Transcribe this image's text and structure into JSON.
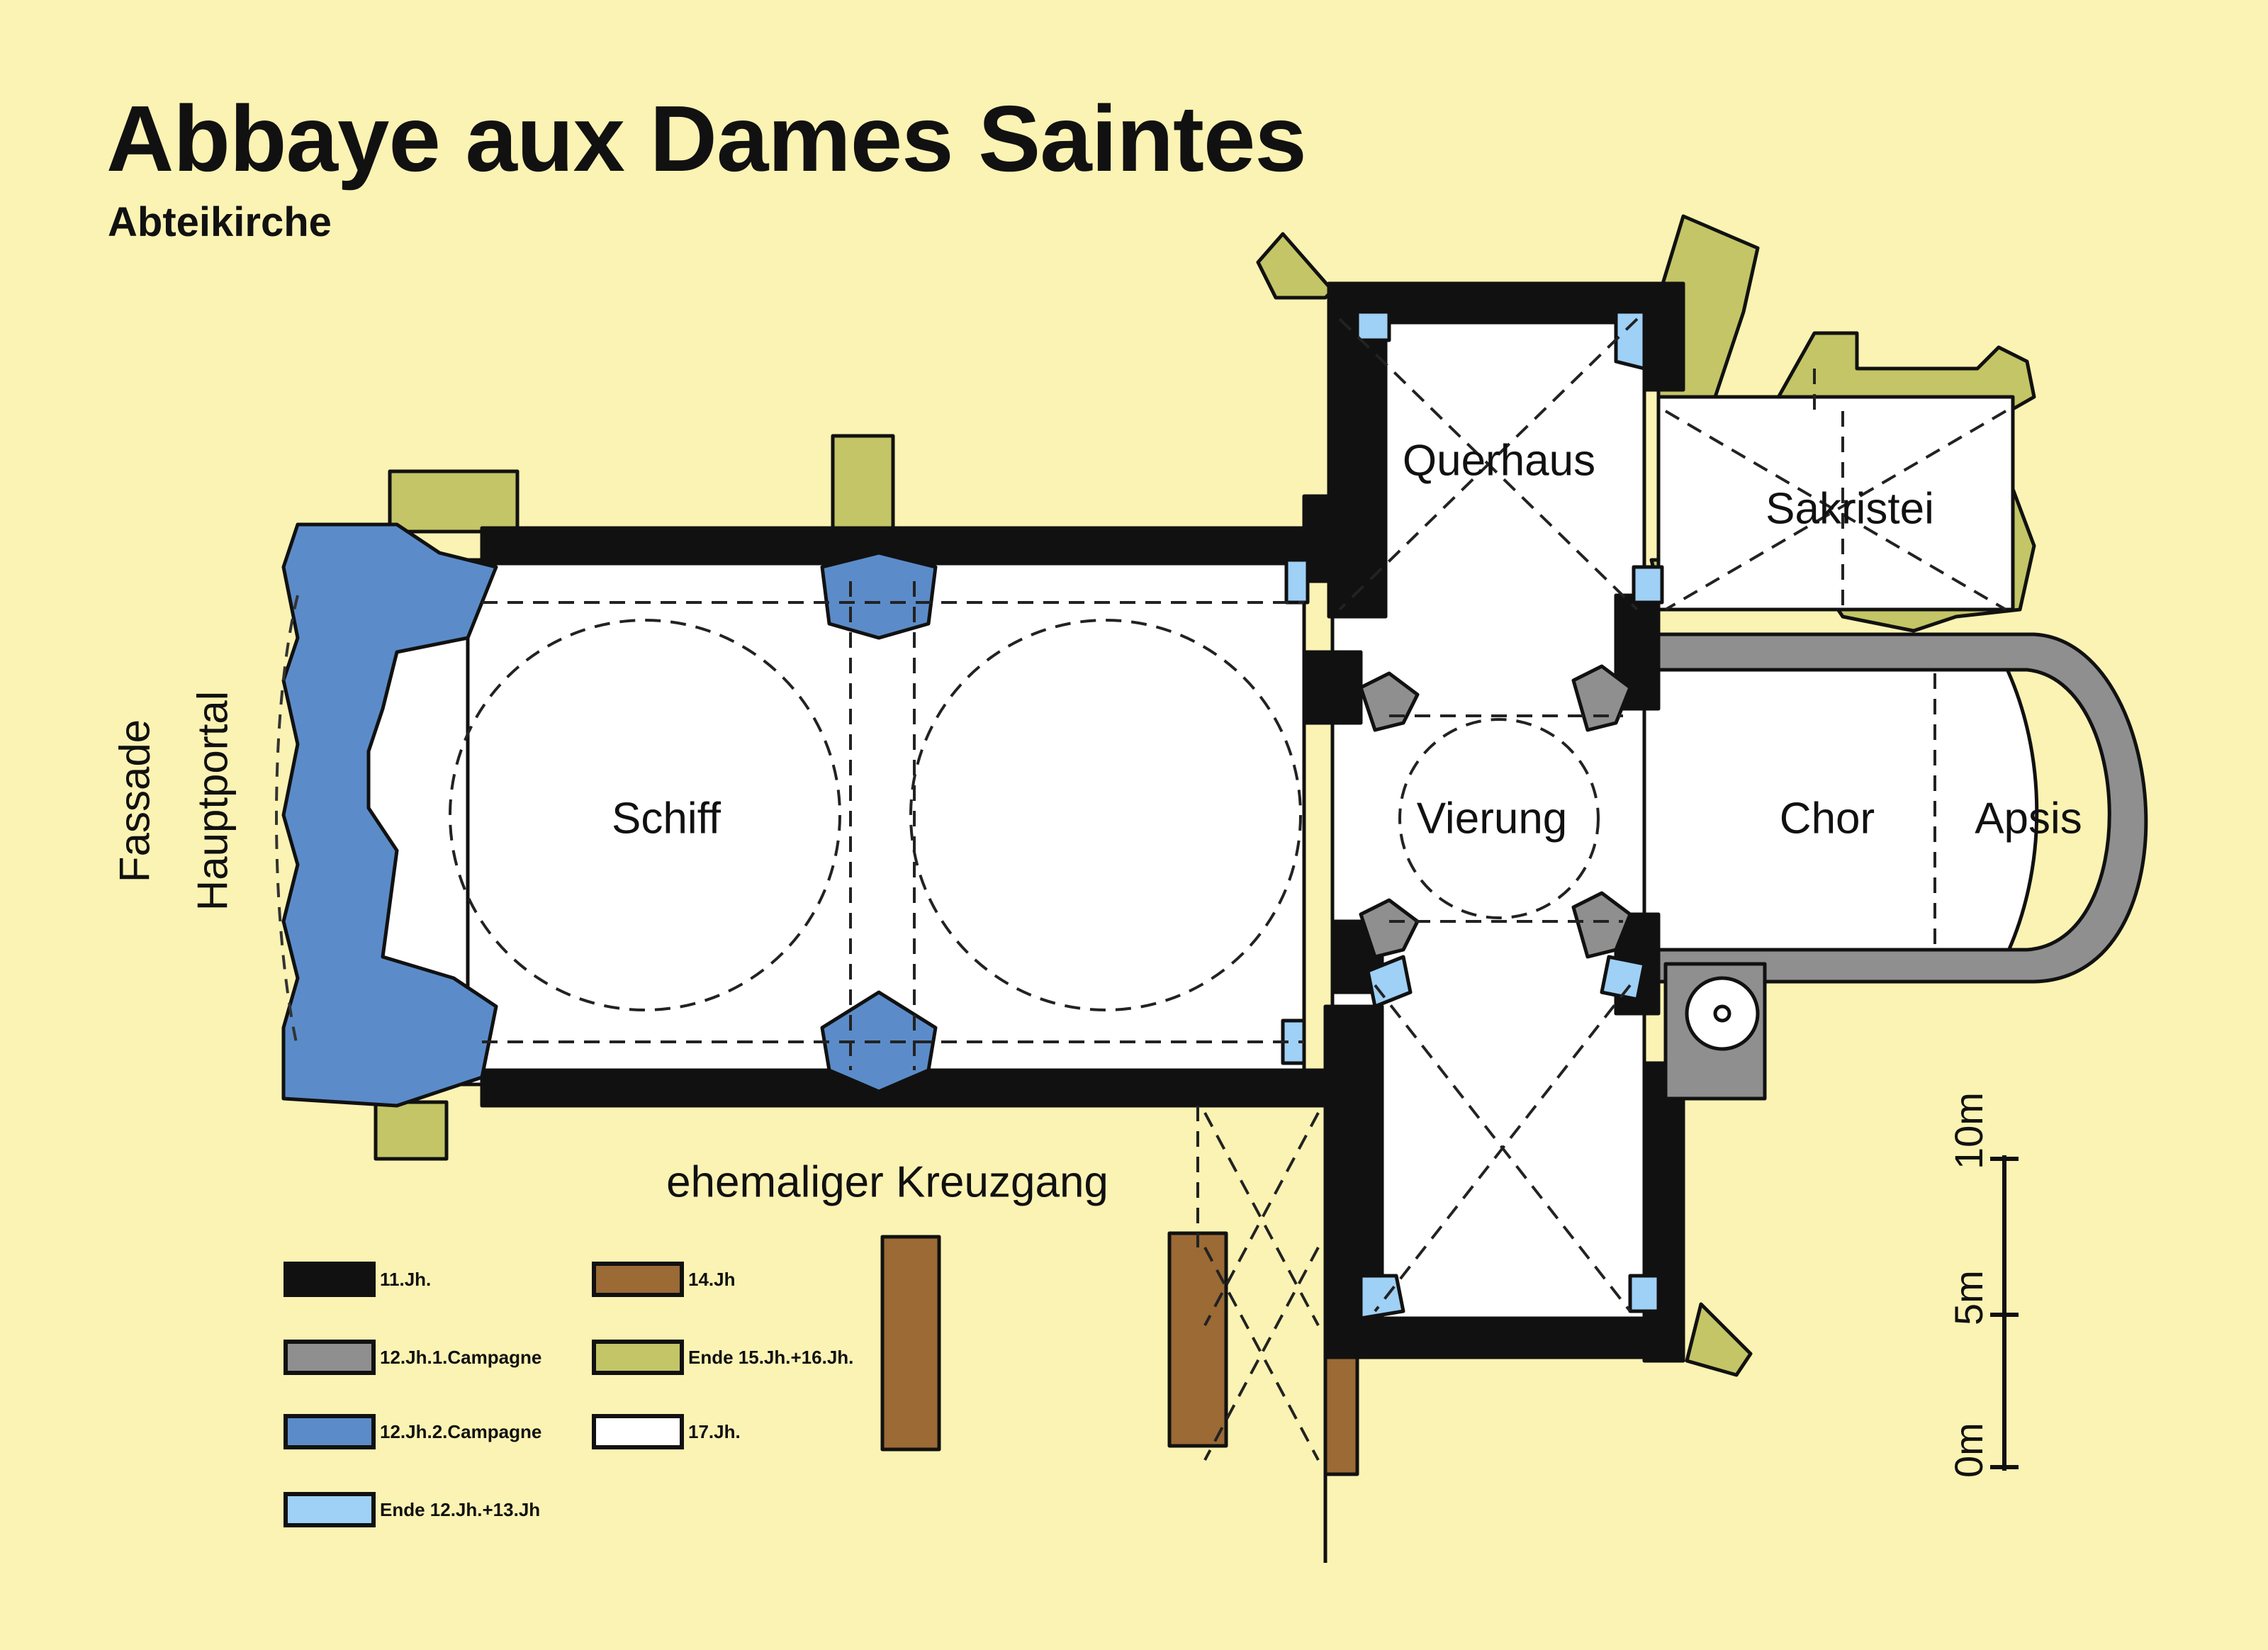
{
  "header": {
    "title": "Abbaye aux Dames Saintes",
    "subtitle": "Abteikirche"
  },
  "rooms": {
    "querhaus": "Querhaus",
    "sakristei": "Sakristei",
    "schiff": "Schiff",
    "vierung": "Vierung",
    "chor": "Chor",
    "apsis": "Apsis",
    "kreuzgang": "ehemaliger Kreuzgang",
    "fassade": "Fassade",
    "hauptportal": "Hauptportal"
  },
  "colors": {
    "background": "#fbf3b3",
    "jh11": "#111111",
    "jh12_1": "#8f8f8f",
    "jh12_2": "#5b8cc9",
    "jh12_13": "#9fd0f5",
    "jh14": "#9b6a35",
    "jh15_16": "#c3c566",
    "jh17": "#ffffff"
  },
  "legend": [
    {
      "label": "11.Jh.",
      "color": "#111111"
    },
    {
      "label": "12.Jh.1.Campagne",
      "color": "#8f8f8f"
    },
    {
      "label": "12.Jh.2.Campagne",
      "color": "#5b8cc9"
    },
    {
      "label": "Ende 12.Jh.+13.Jh",
      "color": "#9fd0f5"
    },
    {
      "label": "14.Jh",
      "color": "#9b6a35"
    },
    {
      "label": "Ende 15.Jh.+16.Jh.",
      "color": "#c3c566"
    },
    {
      "label": "17.Jh.",
      "color": "#ffffff"
    }
  ],
  "scale": {
    "ticks": [
      "0m",
      "5m",
      "10m"
    ]
  }
}
